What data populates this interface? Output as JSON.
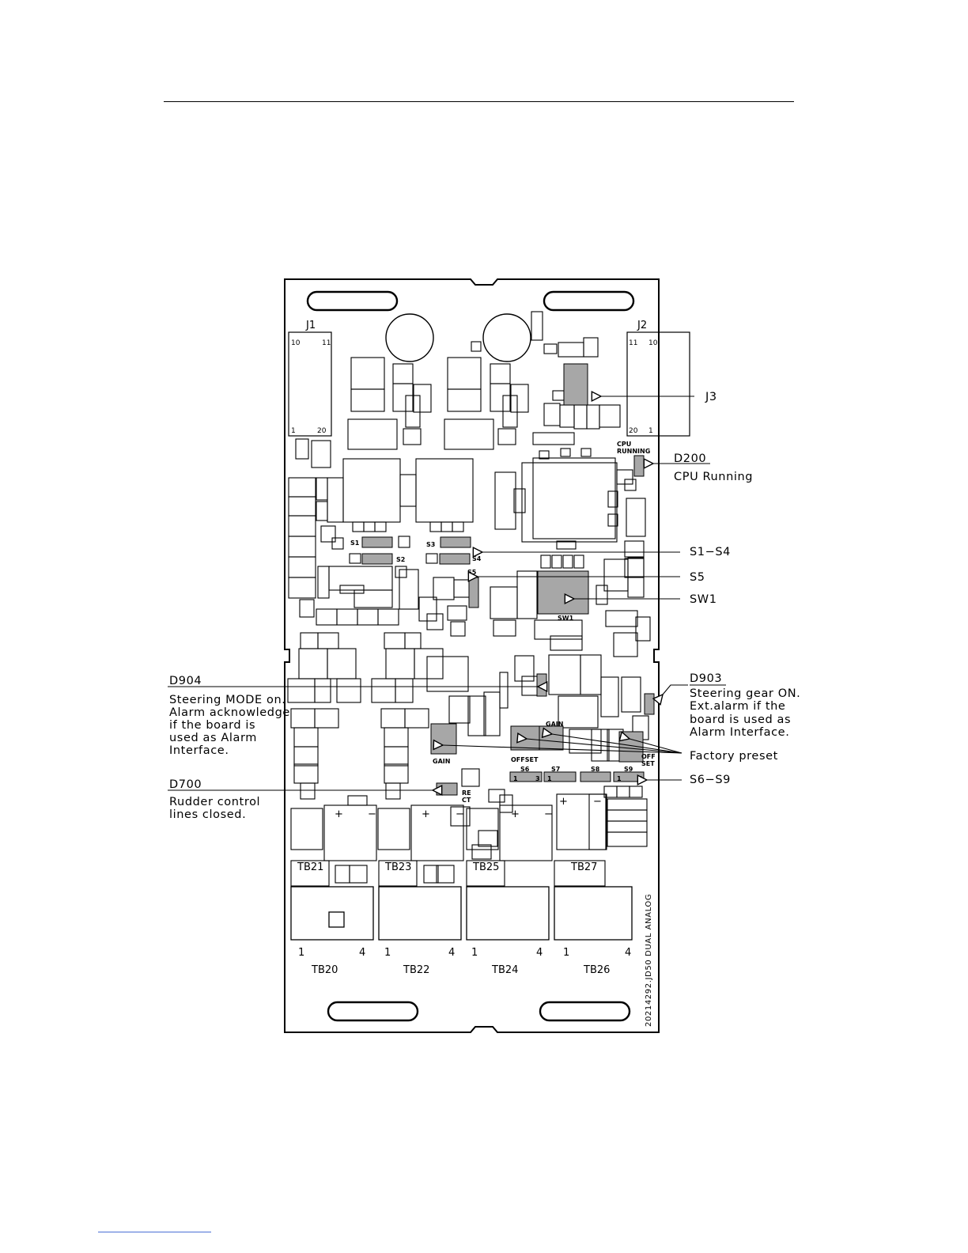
{
  "board": {
    "part_number": "20214292.JD50 DUAL ANALOG",
    "connectors": {
      "j1": {
        "label": "J1",
        "pin_tl": "10",
        "pin_tr": "11",
        "pin_bl": "1",
        "pin_br": "20"
      },
      "j2": {
        "label": "J2",
        "pin_tl": "11",
        "pin_tr": "10",
        "pin_bl": "20",
        "pin_br": "1"
      },
      "j3_onboard": "J3"
    },
    "onboard_labels": {
      "cpu_running": [
        "CPU",
        "RUNNING"
      ],
      "s1": "S1",
      "s2": "S2",
      "s3": "S3",
      "s4": "S4",
      "s5": "S5",
      "sw1": "SW1",
      "gain_left": "GAIN",
      "offset_mid": "OFFSET",
      "gain_right": "GAIN",
      "offset_right": [
        "OFF",
        "SET"
      ],
      "rect": [
        "RE",
        "CT"
      ],
      "s6": "S6",
      "s7": "S7",
      "s8": "S8",
      "s9": "S9",
      "pin_1": "1",
      "pin_3": "3",
      "plus": "+",
      "minus": "−"
    },
    "terminal_blocks_upper": [
      "TB21",
      "TB23",
      "TB25",
      "TB27"
    ],
    "terminal_blocks_lower": [
      "TB20",
      "TB22",
      "TB24",
      "TB26"
    ],
    "tb_pin_first": "1",
    "tb_pin_last": "4"
  },
  "callouts": {
    "j3": "J3",
    "d200_title": "D200",
    "d200_desc": "CPU Running",
    "s1_s4": "S1−S4",
    "s5": "S5",
    "sw1": "SW1",
    "d904_title": "D904",
    "d904_desc": [
      "Steering MODE on.",
      "Alarm acknowledge",
      "if the board is",
      "used as Alarm",
      "Interface."
    ],
    "d903_title": "D903",
    "d903_desc": [
      "Steering gear ON.",
      "Ext.alarm if the",
      "board is used as",
      "Alarm Interface."
    ],
    "factory_preset": "Factory preset",
    "s6_s9": "S6−S9",
    "d700_title": "D700",
    "d700_desc": [
      "Rudder control",
      "lines closed."
    ]
  },
  "colors": {
    "highlight": "#a7a7a7",
    "line": "#000000",
    "link_rule": "#4a6fd6"
  }
}
